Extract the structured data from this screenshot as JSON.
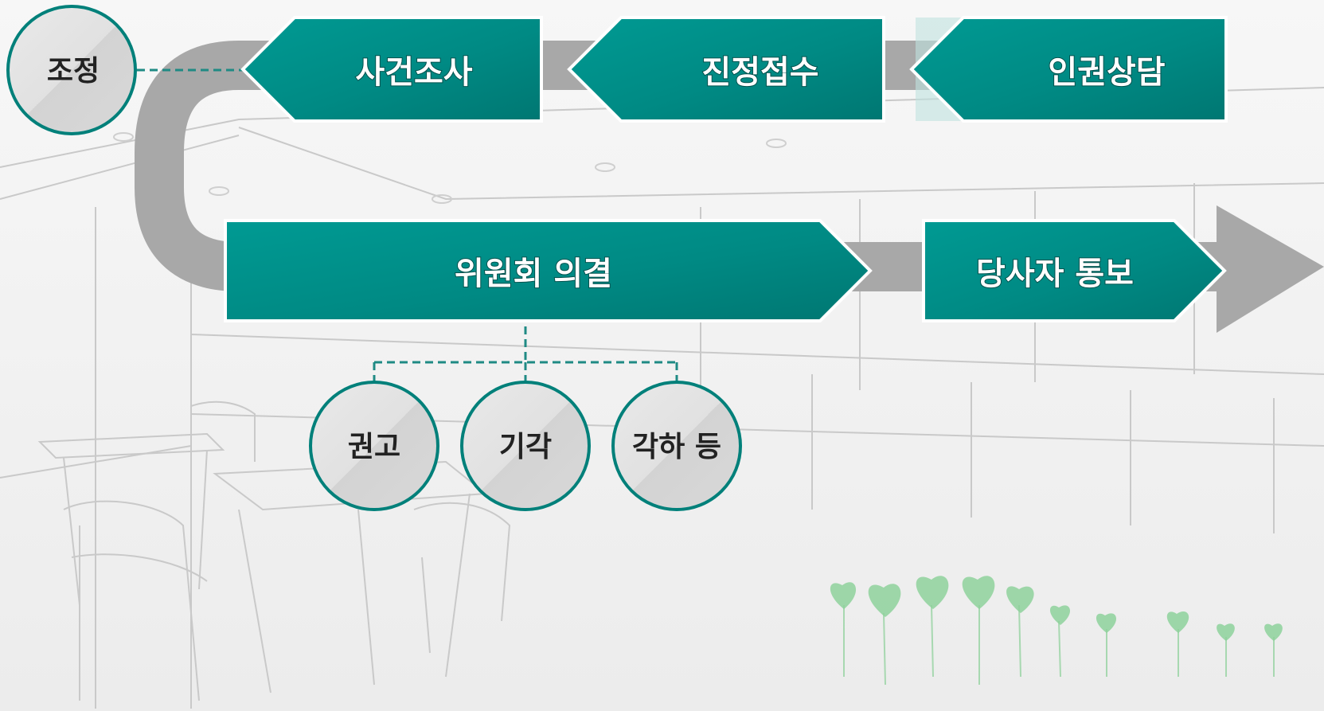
{
  "colors": {
    "teal": "#00968f",
    "teal_dark": "#007a75",
    "arrow_gray": "#a8a8a8",
    "circle_fill": "#dedede",
    "circle_border": "#00807a"
  },
  "steps": {
    "counseling": "인권상담",
    "petition": "진정접수",
    "investigation": "사건조사",
    "committee": "위원회 의결",
    "notification": "당사자 통보"
  },
  "mediation": "조정",
  "outcomes": [
    "권고",
    "기각",
    "각하 등"
  ],
  "decoration": {
    "background": "classroom-sketch",
    "sprouts": "heart-sprouts"
  }
}
